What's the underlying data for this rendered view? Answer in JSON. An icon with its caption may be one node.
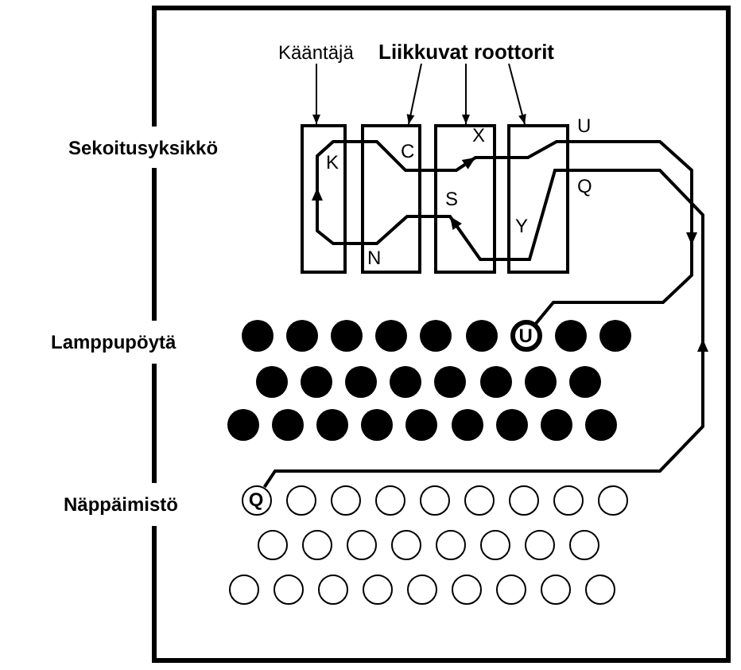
{
  "diagram": {
    "nodes": [
      {
        "text": [
          "Kääntäjä"
        ]
      },
      {
        "text": [
          "Liikkuvat roottorit"
        ]
      },
      {
        "text": [
          "K"
        ]
      },
      {
        "text": [
          "C",
          "N"
        ]
      },
      {
        "text": [
          "X",
          "S"
        ]
      },
      {
        "text": [
          "Y"
        ],
        "beside": [
          "U",
          "Q"
        ]
      },
      {
        "text": [],
        "shape": "circle"
      },
      {
        "text": [],
        "shape": "circle"
      },
      {
        "text": [],
        "shape": "circle"
      },
      {
        "text": [],
        "shape": "circle"
      },
      {
        "text": [],
        "shape": "circle"
      },
      {
        "text": [],
        "shape": "circle"
      },
      {
        "text": [
          "U"
        ]
      },
      {
        "text": [],
        "shape": "circle"
      },
      {
        "text": [],
        "shape": "circle"
      },
      {
        "text": [],
        "shape": "circle"
      },
      {
        "text": [],
        "shape": "circle"
      },
      {
        "text": [],
        "shape": "circle"
      },
      {
        "text": [],
        "shape": "circle"
      },
      {
        "text": [],
        "shape": "circle"
      },
      {
        "text": [],
        "shape": "circle"
      },
      {
        "text": [],
        "shape": "circle"
      },
      {
        "text": [],
        "shape": "circle"
      },
      {
        "text": [],
        "shape": "circle"
      },
      {
        "text": [],
        "shape": "circle"
      },
      {
        "text": [],
        "shape": "circle"
      },
      {
        "text": [],
        "shape": "circle"
      },
      {
        "text": [],
        "shape": "circle"
      },
      {
        "text": [],
        "shape": "circle"
      },
      {
        "text": [],
        "shape": "circle"
      },
      {
        "text": [],
        "shape": "circle"
      },
      {
        "text": [],
        "shape": "circle"
      },
      {
        "text": [
          "Q"
        ]
      },
      {
        "text": [],
        "shape": "circle"
      },
      {
        "text": [],
        "shape": "circle"
      },
      {
        "text": [],
        "shape": "circle"
      },
      {
        "text": [],
        "shape": "circle"
      },
      {
        "text": [],
        "shape": "circle"
      },
      {
        "text": [],
        "shape": "circle"
      },
      {
        "text": [],
        "shape": "circle"
      },
      {
        "text": [],
        "shape": "circle"
      },
      {
        "text": [],
        "shape": "circle"
      },
      {
        "text": [],
        "shape": "circle"
      },
      {
        "text": [],
        "shape": "circle"
      },
      {
        "text": [],
        "shape": "circle"
      },
      {
        "text": [],
        "shape": "circle"
      },
      {
        "text": [],
        "shape": "circle"
      },
      {
        "text": [],
        "shape": "circle"
      },
      {
        "text": [],
        "shape": "circle"
      },
      {
        "text": [],
        "shape": "circle"
      },
      {
        "text": [],
        "shape": "circle"
      },
      {
        "text": [],
        "shape": "circle"
      },
      {
        "text": [],
        "shape": "circle"
      },
      {
        "text": [],
        "shape": "circle"
      },
      {
        "text": [],
        "shape": "circle"
      },
      {
        "text": [],
        "shape": "circle"
      },
      {
        "text": [],
        "shape": "circle"
      },
      {
        "text": [],
        "shape": "circle"
      }
    ],
    "edges": [
      {
        "from": 0,
        "to": 2,
        "arrow": "to"
      },
      {
        "from": 1,
        "to": 3,
        "arrow": "to"
      },
      {
        "from": 1,
        "to": 4,
        "arrow": "to"
      },
      {
        "from": 1,
        "to": 5,
        "arrow": "to"
      },
      {
        "from": 32,
        "to": 5,
        "arrow": "to"
      },
      {
        "from": 5,
        "to": 4,
        "arrow": "none"
      },
      {
        "from": 4,
        "to": 3,
        "arrow": "none"
      },
      {
        "from": 3,
        "to": 2,
        "arrow": "none"
      },
      {
        "from": 2,
        "to": 3,
        "arrow": "none"
      },
      {
        "from": 3,
        "to": 4,
        "arrow": "none"
      },
      {
        "from": 4,
        "to": 5,
        "arrow": "none"
      },
      {
        "from": 5,
        "to": 12,
        "arrow": "to"
      }
    ],
    "labels": [
      "Sekoitusyksikkö",
      "Lamppupöytä",
      "Näppäimistö"
    ]
  }
}
